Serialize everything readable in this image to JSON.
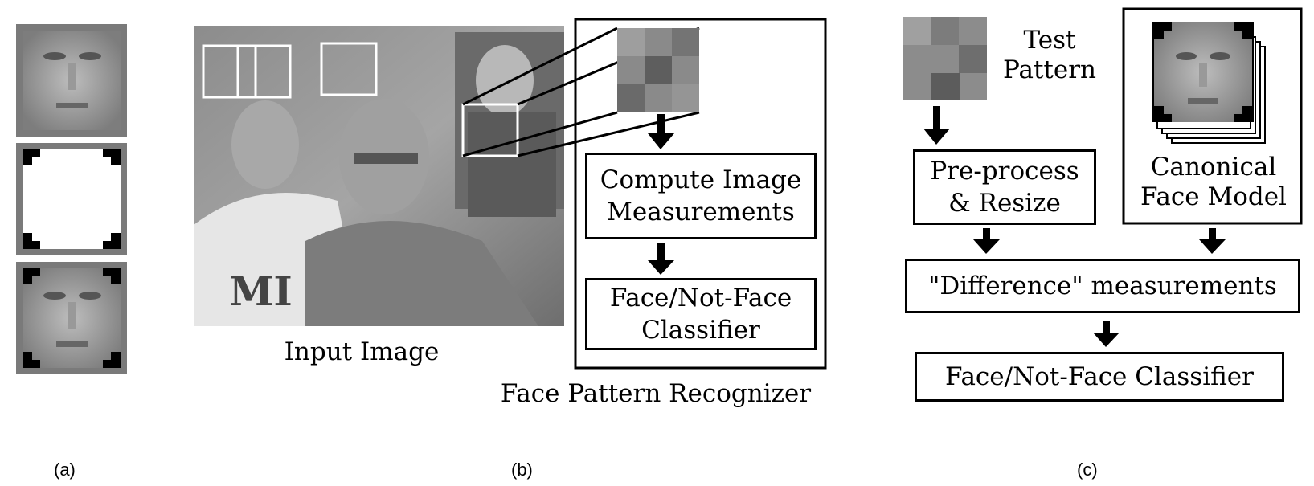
{
  "panel_a": {
    "caption": "(a)"
  },
  "panel_b": {
    "caption": "(b)",
    "input_label": "Input  Image",
    "recognizer_title": "Face Pattern Recognizer",
    "compute_box": [
      "Compute Image",
      "Measurements"
    ],
    "classifier_box": [
      "Face/Not-Face",
      "Classifier"
    ]
  },
  "panel_c": {
    "caption": "(c)",
    "test_pattern": [
      "Test",
      "Pattern"
    ],
    "preprocess": [
      "Pre-process",
      "& Resize"
    ],
    "canonical": [
      "Canonical",
      "Face Model"
    ],
    "difference": "\"Difference\"  measurements",
    "classifier": "Face/Not-Face Classifier"
  },
  "colors": {
    "frame_gray": "#7a7a7a",
    "photo_gray": "#9a9a9a",
    "mask_white": "#ffffff",
    "ink": "#000000"
  }
}
